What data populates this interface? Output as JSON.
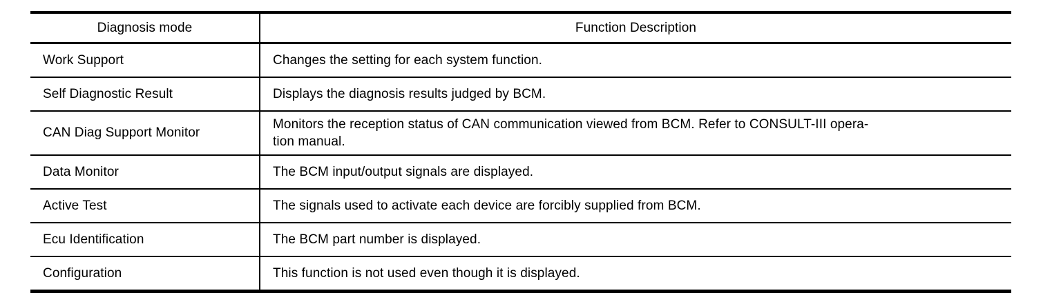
{
  "table": {
    "columns": [
      {
        "key": "mode",
        "header": "Diagnosis mode",
        "align": "center"
      },
      {
        "key": "description",
        "header": "Function Description",
        "align": "center"
      }
    ],
    "rows": [
      {
        "mode": "Work Support",
        "description": "Changes the setting for each system function."
      },
      {
        "mode": "Self Diagnostic Result",
        "description": "Displays the diagnosis results judged by BCM."
      },
      {
        "mode": "CAN Diag Support Monitor",
        "description": "Monitors the reception status of CAN communication viewed from BCM. Refer to CONSULT-III opera-\ntion manual."
      },
      {
        "mode": "Data Monitor",
        "description": "The BCM input/output signals are displayed."
      },
      {
        "mode": "Active Test",
        "description": "The signals used to activate each device are forcibly supplied from BCM."
      },
      {
        "mode": "Ecu Identification",
        "description": "The BCM part number is displayed."
      },
      {
        "mode": "Configuration",
        "description": "This function is not used even though it is displayed."
      }
    ]
  },
  "colors": {
    "background": "#ffffff",
    "rule": "#000000",
    "text": "#000000"
  }
}
